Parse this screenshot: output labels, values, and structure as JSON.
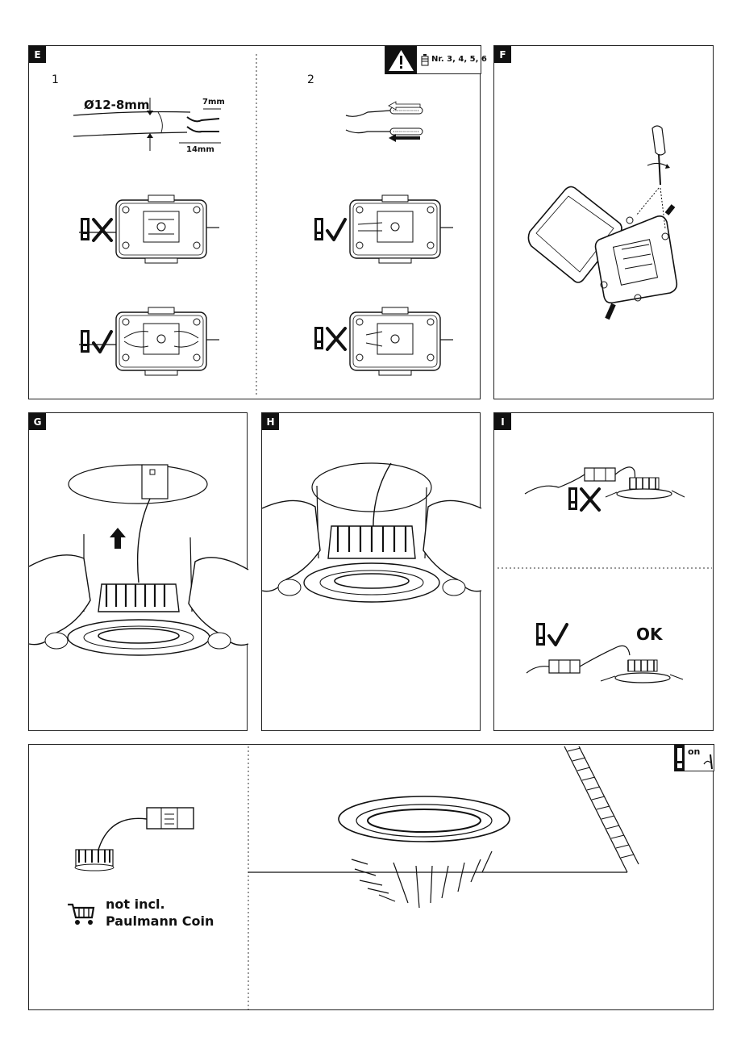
{
  "panels": {
    "e": {
      "label": "E",
      "step1": "1",
      "step2": "2",
      "diameter": "Ø12-8mm",
      "strip_short": "7mm",
      "strip_long": "14mm",
      "tools_ref": "Nr. 3, 4, 5, 6"
    },
    "f": {
      "label": "F"
    },
    "g": {
      "label": "G"
    },
    "h": {
      "label": "H"
    },
    "i": {
      "label": "I",
      "ok": "OK"
    },
    "bottom": {
      "not_incl": "not incl.",
      "coin": "Paulmann Coin",
      "on_label": "on"
    }
  },
  "icons": [
    "warning-triangle-icon",
    "toolbox-icon",
    "screwdriver-icon",
    "shopping-cart-icon",
    "check-icon",
    "cross-icon",
    "arrow-up-icon",
    "light-switch-icon"
  ],
  "colors": {
    "line": "#111111",
    "background": "#ffffff"
  }
}
